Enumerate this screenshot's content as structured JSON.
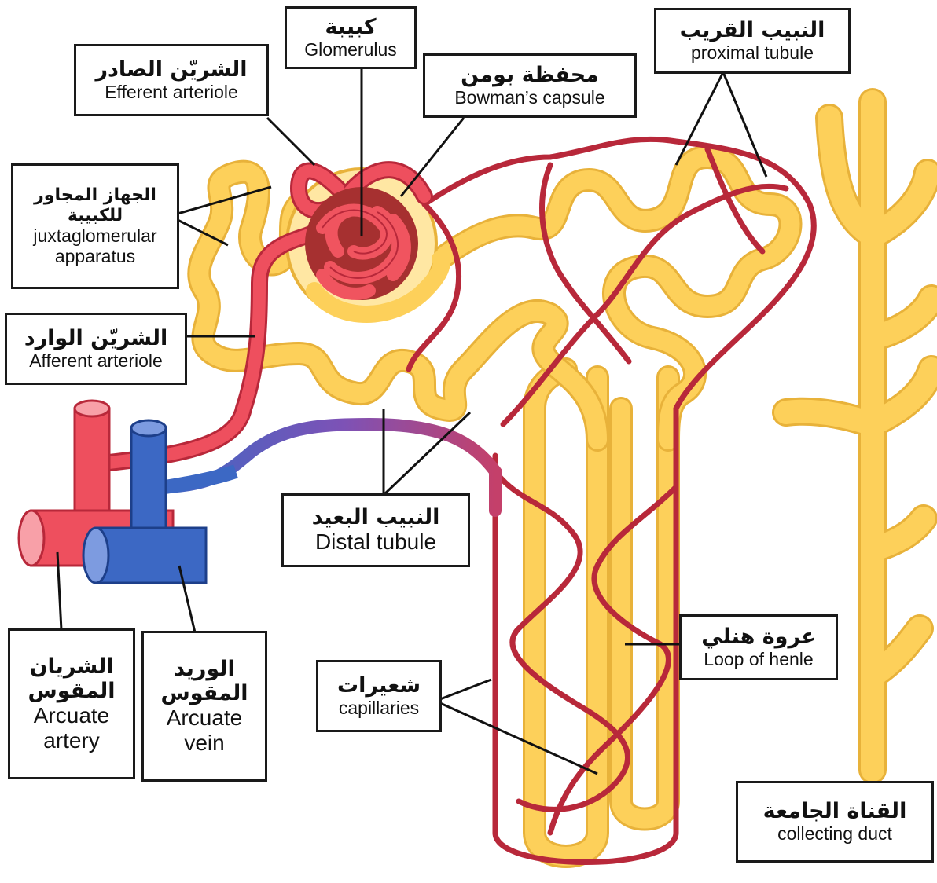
{
  "labels": {
    "glomerulus": {
      "ar": "كبيبة",
      "en": "Glomerulus"
    },
    "efferent_arteriole": {
      "ar": "الشريّن الصادر",
      "en": "Efferent arteriole"
    },
    "bowmans_capsule": {
      "ar": "محفظة بومن",
      "en": "Bowman’s capsule"
    },
    "proximal_tubule": {
      "ar": "النبيب القريب",
      "en": "proximal tubule"
    },
    "juxtaglomerular_apparatus": {
      "ar1": "الجهاز المجاور",
      "ar2": "للكبيبة",
      "en1": "juxtaglomerular",
      "en2": "apparatus"
    },
    "afferent_arteriole": {
      "ar": "الشريّن الوارد",
      "en": "Afferent arteriole"
    },
    "distal_tubule": {
      "ar": "النبيب البعيد",
      "en": "Distal tubule"
    },
    "arcuate_artery": {
      "ar1": "الشريان",
      "ar2": "المقوس",
      "en1": "Arcuate",
      "en2": "artery"
    },
    "arcuate_vein": {
      "ar1": "الوريد",
      "ar2": "المقوس",
      "en1": "Arcuate",
      "en2": "vein"
    },
    "loop_of_henle": {
      "ar": "عروة هنلي",
      "en": "Loop of henle"
    },
    "capillaries": {
      "ar": "شعيرات",
      "en": "capillaries"
    },
    "collecting_duct": {
      "ar": "القناة الجامعة",
      "en": "collecting duct"
    }
  },
  "colors": {
    "tubule": "#fdd05a",
    "tubule_edge": "#e8b23a",
    "artery": "#ee4f5e",
    "artery_edge": "#b8283a",
    "vein": "#3c68c4",
    "vein_edge": "#1d3f8a",
    "capillary": "#c9384a",
    "glomerulus": "#e94b5a",
    "capsule": "#ffe7a3",
    "leader": "#111111"
  }
}
